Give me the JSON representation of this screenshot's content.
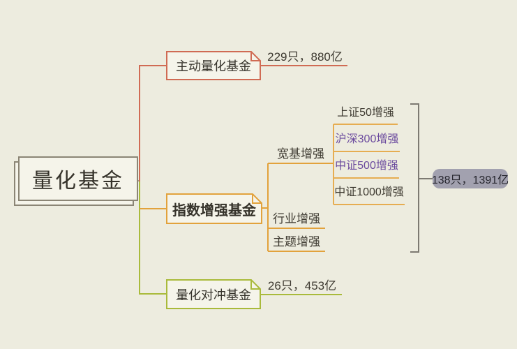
{
  "colors": {
    "canvas_bg": "#edecdf",
    "box_fill": "#f5f4ea",
    "root_border": "#8b8575",
    "salmon": "#d06b54",
    "amber": "#e2a23c",
    "amber_light": "#e6ad52",
    "green": "#a9ba3b",
    "purple": "#6b4a9e",
    "dark": "#3d3930",
    "text_dark": "#35322a",
    "bracket": "#7d7a72",
    "badge_bg": "#a2a1af",
    "badge_text": "#26262e",
    "stub": "#a89f86"
  },
  "root": {
    "label": "量化基金"
  },
  "active_branch": {
    "label": "主动量化基金",
    "stat": "229只，880亿"
  },
  "index_branch": {
    "label": "指数增强基金",
    "broad": {
      "label": "宽基增强"
    },
    "broad_children": [
      {
        "label": "上证50增强",
        "color": "#3d3930"
      },
      {
        "label": "沪深300增强",
        "color": "#6b4a9e"
      },
      {
        "label": "中证500增强",
        "color": "#6b4a9e"
      },
      {
        "label": "中证1000增强",
        "color": "#3d3930"
      }
    ],
    "industry": {
      "label": "行业增强"
    },
    "theme": {
      "label": "主题增强"
    },
    "summary": {
      "label": "138只，1391亿"
    }
  },
  "hedge_branch": {
    "label": "量化对冲基金",
    "stat": "26只，453亿"
  }
}
